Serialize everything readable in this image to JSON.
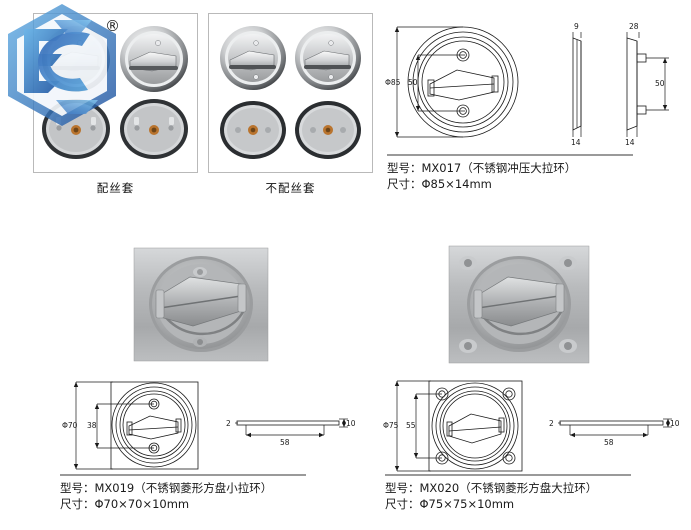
{
  "page": {
    "background": "#ffffff",
    "trademark_symbol": "®"
  },
  "photo_groups": [
    {
      "id": "with-sleeve",
      "caption": "配丝套",
      "item_count": 4,
      "note": "round stainless ring pulls, front and back views"
    },
    {
      "id": "without-sleeve",
      "caption": "不配丝套",
      "item_count": 4,
      "note": "round stainless ring pulls, front and back views"
    }
  ],
  "products": [
    {
      "id": "mx017",
      "model_label": "型号：",
      "model": "MX017（不锈钢冲压大拉环）",
      "size_label": "尺寸：",
      "size": "Φ85×14mm",
      "drawing": {
        "type": "round-flange",
        "dims": {
          "diameter": "Φ85",
          "hole_spacing": "50",
          "edge_thickness": "9",
          "body_thickness": "28",
          "flange_thickness": "14",
          "side_spacing": "50"
        }
      }
    },
    {
      "id": "mx019",
      "model_label": "型号：",
      "model": "MX019（不锈钢菱形方盘小拉环）",
      "size_label": "尺寸：",
      "size": "Φ70×70×10mm",
      "drawing": {
        "type": "square-flange-2hole",
        "dims": {
          "diameter": "Φ70",
          "hole_spacing": "38",
          "plate_thickness": "2",
          "depth": "10",
          "ring_width": "58"
        }
      }
    },
    {
      "id": "mx020",
      "model_label": "型号：",
      "model": "MX020（不锈钢菱形方盘大拉环）",
      "size_label": "尺寸：",
      "size": "Φ75×75×10mm",
      "drawing": {
        "type": "square-flange-4hole",
        "dims": {
          "diameter": "Φ75",
          "hole_spacing": "55",
          "plate_thickness": "2",
          "depth": "10",
          "ring_width": "58"
        }
      }
    }
  ],
  "product_photos": [
    {
      "id": "mx019-photo",
      "alt": "square stainless recessed ring pull, concealed fixing"
    },
    {
      "id": "mx020-photo",
      "alt": "square stainless recessed ring pull, four corner screw holes"
    }
  ]
}
